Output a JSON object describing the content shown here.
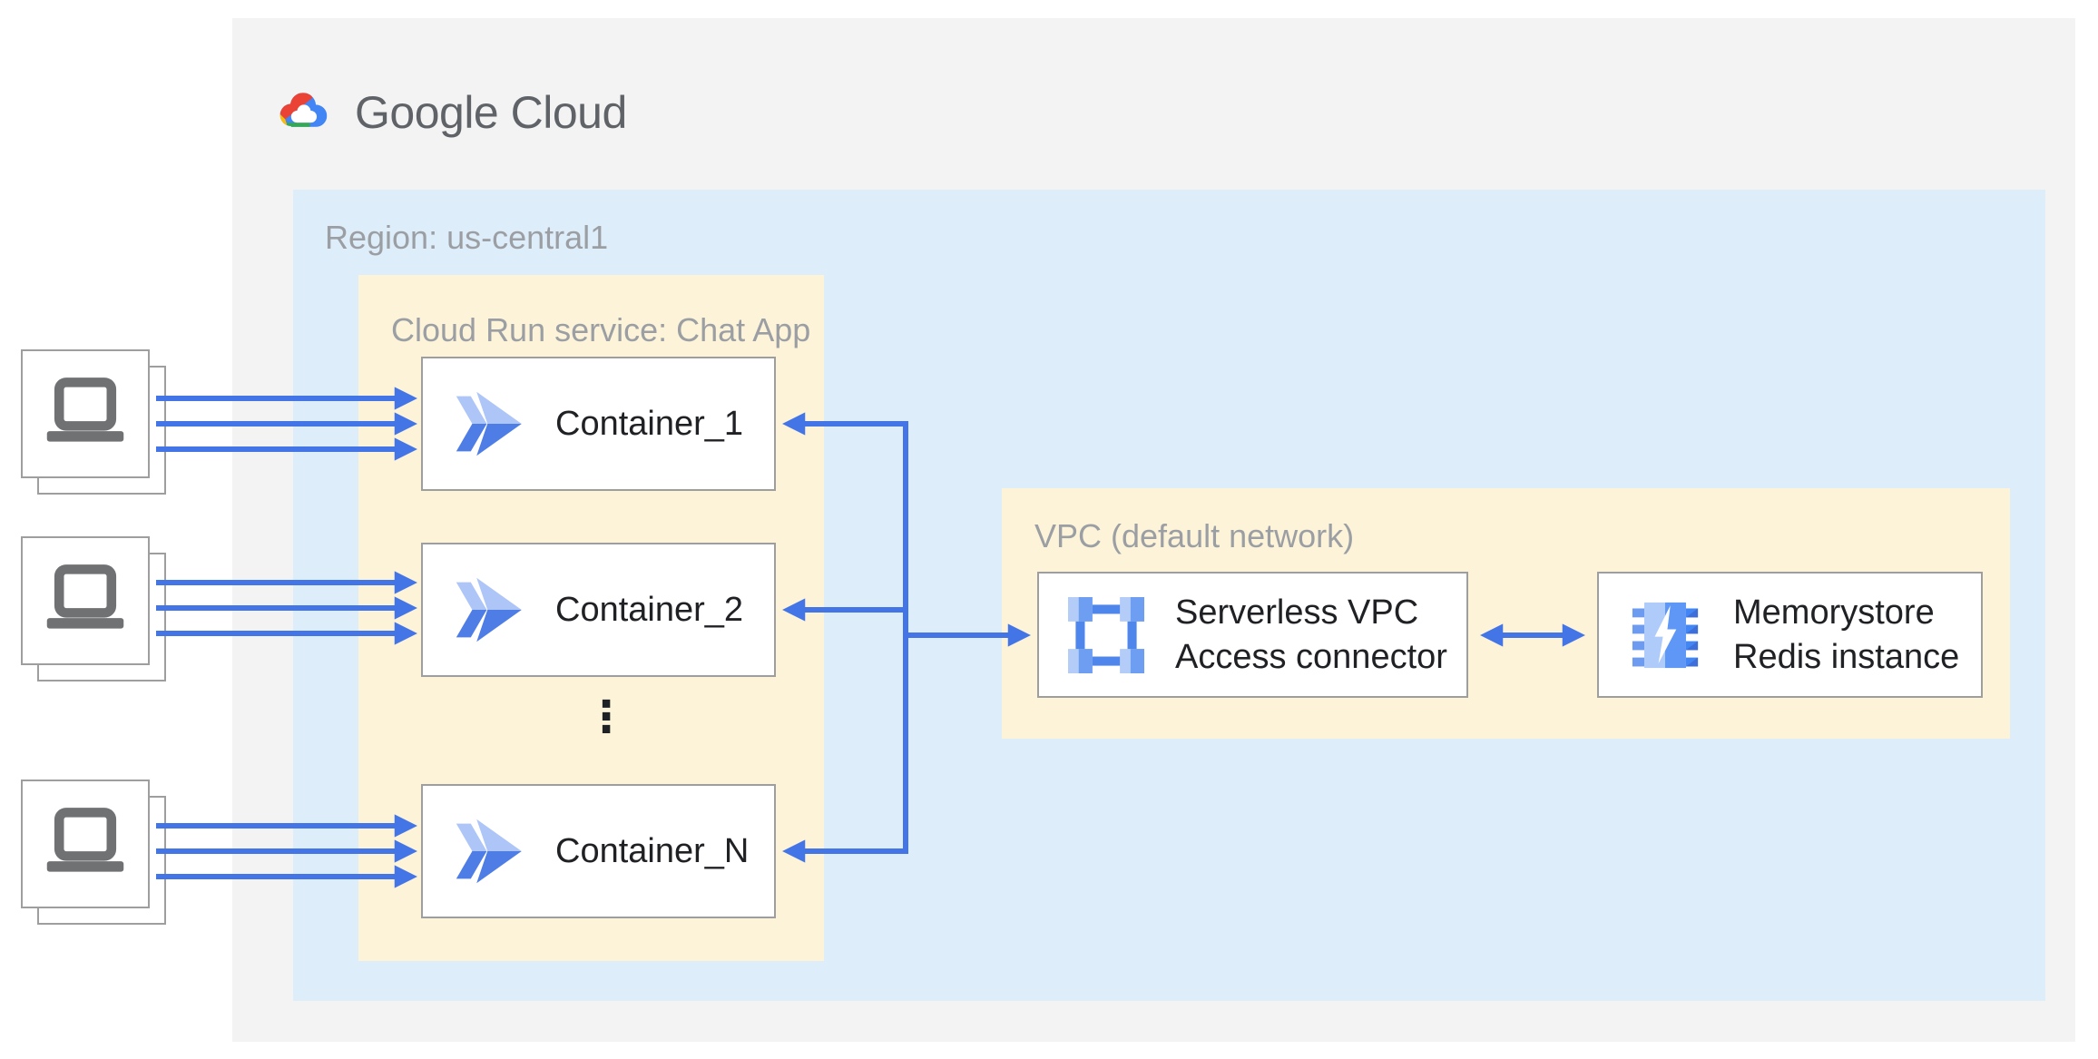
{
  "header": {
    "logo_text": "Google Cloud",
    "logo_icon": "google-cloud-logo-icon"
  },
  "region": {
    "label": "Region: us-central1"
  },
  "cloud_run_service": {
    "label": "Cloud Run service: Chat App",
    "containers": [
      {
        "label": "Container_1",
        "icon": "cloud-run-icon"
      },
      {
        "label": "Container_2",
        "icon": "cloud-run-icon"
      },
      {
        "label": "Container_N",
        "icon": "cloud-run-icon"
      }
    ],
    "ellipsis": "⋮"
  },
  "vpc": {
    "label": "VPC (default network)",
    "connector": {
      "label": "Serverless VPC\nAccess connector",
      "icon": "serverless-vpc-access-connector-icon"
    },
    "redis": {
      "label": "Memorystore\nRedis instance",
      "icon": "memorystore-redis-icon"
    }
  },
  "clients": {
    "icon": "laptop-icon",
    "count": 3,
    "arrows_per_client": 3
  },
  "colors": {
    "page_bg": "#FFFFFF",
    "panel_bg": "#F3F3F3",
    "region_bg": "#DEEDFA",
    "zone_bg": "#FCF3D9",
    "arrow_blue": "#4375E6",
    "card_border": "#9E9E9E",
    "label_gray": "#9B9FA3",
    "text_dark": "#202124",
    "logo_text_gray": "#5F6368",
    "laptop_gray": "#6F7173",
    "cloud_run_icon_light": "#AEC5F7",
    "cloud_run_icon_dark": "#4E7DE6",
    "google_red": "#EA4335",
    "google_yellow": "#FBBC04",
    "google_green": "#34A853",
    "google_blue": "#4285F4"
  }
}
